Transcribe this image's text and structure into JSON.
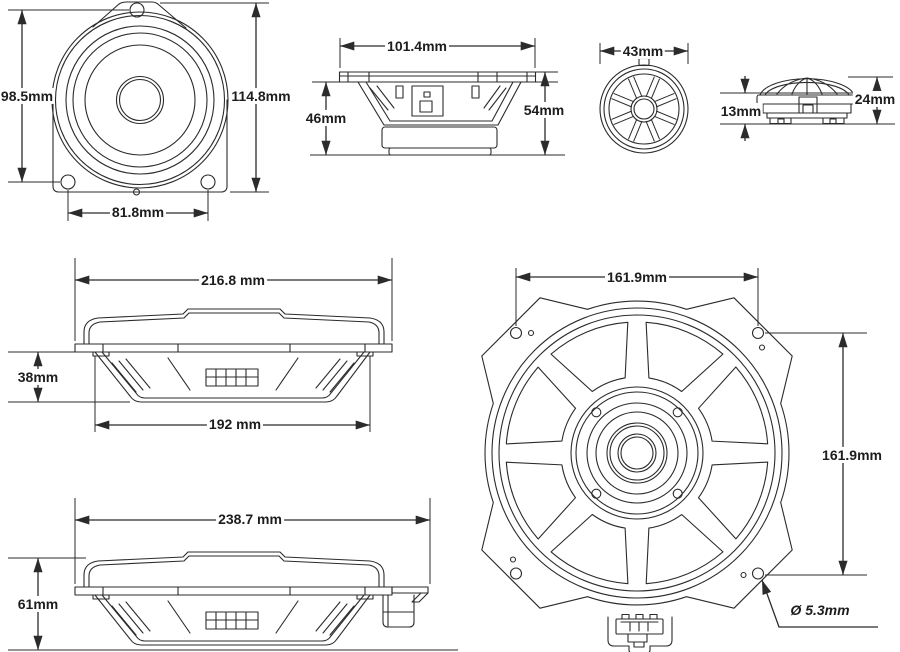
{
  "drawing": {
    "colors": {
      "line": "#2b2b2b",
      "background": "#ffffff"
    },
    "views": {
      "woofer_front": {
        "dims": {
          "height": "98.5mm",
          "total_height": "114.8mm",
          "bolt_width": "81.8mm"
        }
      },
      "woofer_side": {
        "dims": {
          "width": "101.4mm",
          "mount_depth": "46mm",
          "total_depth": "54mm"
        }
      },
      "tweeter_front": {
        "dims": {
          "width": "43mm"
        }
      },
      "tweeter_side": {
        "dims": {
          "mount_height": "13mm",
          "total_height": "24mm"
        }
      },
      "subwoofer_side": {
        "dims": {
          "width": "216.8 mm",
          "mount_depth": "38mm",
          "cutout_width": "192 mm"
        }
      },
      "subwoofer_side_full": {
        "dims": {
          "width": "238.7 mm",
          "total_depth": "61mm"
        }
      },
      "subwoofer_front": {
        "dims": {
          "mount_width": "161.9mm",
          "mount_height": "161.9mm",
          "hole_diameter": "Ø 5.3mm"
        }
      }
    }
  }
}
